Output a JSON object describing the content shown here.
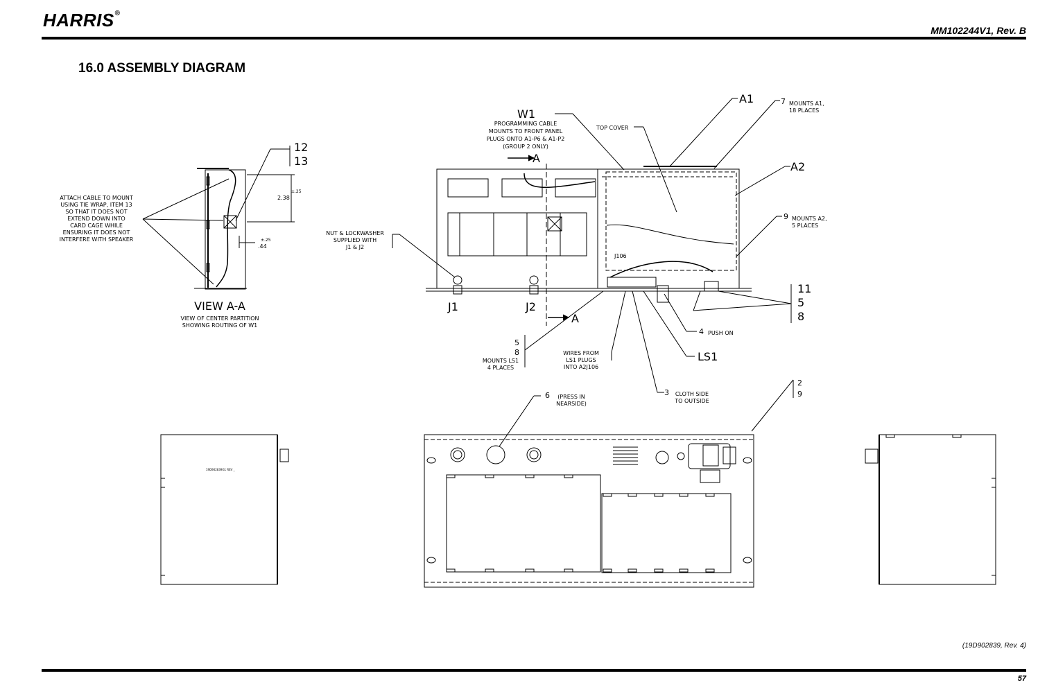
{
  "header": {
    "logo_text": "HARRIS",
    "logo_mark": "®",
    "doc_number": "MM102244V1, Rev. B"
  },
  "page": {
    "title": "16.0 ASSEMBLY DIAGRAM",
    "drawing_ref": "(19D902839, Rev. 4)",
    "page_number": "57"
  },
  "diagram": {
    "view_aa": {
      "callout_12": "12",
      "callout_13": "13",
      "note_lines": [
        "ATTACH CABLE TO MOUNT",
        "USING TIE WRAP, ITEM 13",
        "SO THAT IT DOES NOT",
        "EXTEND DOWN INTO",
        "CARD CAGE WHILE",
        "ENSURING IT DOES NOT",
        "INTERFERE WITH SPEAKER"
      ],
      "dim_1": "2.38",
      "dim_1_tol": "±.25",
      "dim_2": ".44",
      "dim_2_tol": "±.25",
      "view_label": "VIEW A-A",
      "view_caption_1": "VIEW OF CENTER PARTITION",
      "view_caption_2": "SHOWING ROUTING OF W1"
    },
    "top_view": {
      "w1_label": "W1",
      "w1_lines": [
        "PROGRAMMING CABLE",
        "MOUNTS TO FRONT PANEL",
        "PLUGS ONTO A1-P6 & A1-P2",
        "(GROUP 2 ONLY)"
      ],
      "section_a": "A",
      "top_cover": "TOP COVER",
      "a1": "A1",
      "a1_mount_num": "7",
      "a1_mount_lines": [
        "MOUNTS A1,",
        "18 PLACES"
      ],
      "a2": "A2",
      "a2_mount_num": "9",
      "a2_mount_lines": [
        "MOUNTS A2,",
        "5 PLACES"
      ],
      "nut_lines": [
        "NUT & LOCKWASHER",
        "SUPPLIED WITH",
        "J1 & J2"
      ],
      "j106": "J106",
      "j1": "J1",
      "j2": "J2",
      "callout_11": "11",
      "callout_5": "5",
      "callout_8": "8",
      "push_on_num": "4",
      "push_on": "PUSH ON",
      "ls1": "LS1",
      "ls1_mount_5": "5",
      "ls1_mount_8": "8",
      "ls1_mount_lines": [
        "MOUNTS LS1",
        "4 PLACES"
      ],
      "wires_lines": [
        "WIRES FROM",
        "LS1 PLUGS",
        "INTO A2J106"
      ],
      "cloth_num": "3",
      "cloth_lines": [
        "CLOTH SIDE",
        "TO OUTSIDE"
      ]
    },
    "front_view": {
      "press_num": "6",
      "press_lines": [
        "(PRESS IN",
        "NEARSIDE)"
      ],
      "callout_2": "2",
      "callout_9": "9"
    },
    "side_view": {
      "label_text": "19D902839G1 REV _"
    }
  }
}
